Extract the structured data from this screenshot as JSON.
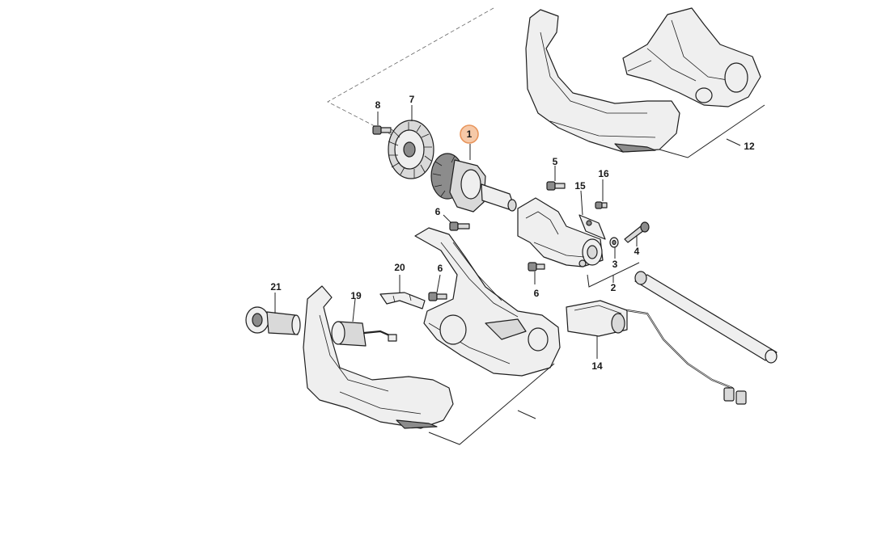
{
  "highlight_color": "#f0a070",
  "callouts": {
    "p1": "1",
    "p2": "2",
    "p3": "3",
    "p4": "4",
    "p5": "5",
    "p6a": "6",
    "p6b": "6",
    "p6c": "6",
    "p7": "7",
    "p8": "8",
    "p12": "12",
    "p14": "14",
    "p15": "15",
    "p16": "16",
    "p19": "19",
    "p20": "20",
    "p21": "21"
  }
}
